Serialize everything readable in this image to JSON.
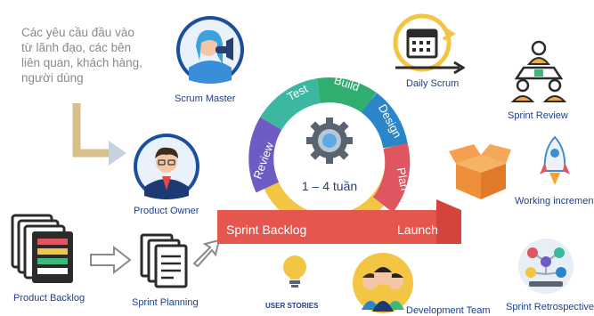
{
  "intro_text": "Các yêu cầu đầu vào từ lãnh đạo, các bên liên quan, khách hàng, người dùng",
  "roles": {
    "scrum_master": "Scrum Master",
    "product_owner": "Product Owner",
    "development_team": "Development Team"
  },
  "artifacts": {
    "product_backlog": "Product Backlog",
    "sprint_planning": "Sprint Planning",
    "user_stories": "USER STORIES",
    "sprint_backlog": "Sprint Backlog",
    "launch": "Launch"
  },
  "cycle": {
    "segments": [
      "Review",
      "Test",
      "Build",
      "Design",
      "Plan"
    ],
    "duration": "1 – 4 tuần"
  },
  "events": {
    "daily_scrum": "Daily Scrum",
    "sprint_review": "Sprint Review",
    "working_increment": "Working increment",
    "sprint_retrospective": "Sprint Retrospective"
  },
  "colors": {
    "label_blue": "#1f3e8a",
    "review": "#6f5bc4",
    "test": "#3cb8a0",
    "build": "#2fae6f",
    "design": "#2a86c8",
    "plan": "#e05562",
    "ring_yellow": "#f3c545",
    "sprint_bar": "#e5564f",
    "arrow_tan": "#d9c08a"
  }
}
